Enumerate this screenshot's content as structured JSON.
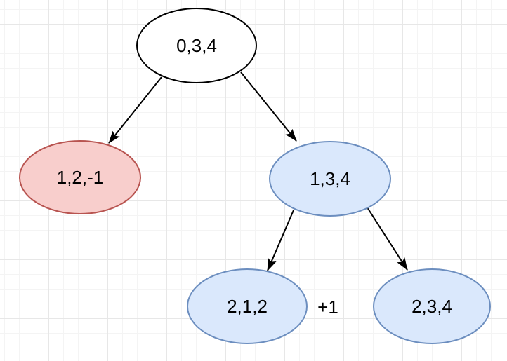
{
  "canvas": {
    "background_color": "#ffffff",
    "grid_minor_color": "#f4f4f4",
    "grid_major_color": "#e7e7e7"
  },
  "diagram": {
    "type": "binary-tree",
    "edge_color": "#000000",
    "label_color": "#000000",
    "nodes": [
      {
        "id": "root",
        "label": "0,3,4",
        "fill": "#ffffff",
        "stroke": "#000000"
      },
      {
        "id": "left-child",
        "label": "1,2,-1",
        "fill": "#f8cecc",
        "stroke": "#b85450"
      },
      {
        "id": "right-child",
        "label": "1,3,4",
        "fill": "#dae8fc",
        "stroke": "#6c8ebf"
      },
      {
        "id": "right-left-grandchild",
        "label": "2,1,2",
        "fill": "#dae8fc",
        "stroke": "#6c8ebf"
      },
      {
        "id": "right-right-grandchild",
        "label": "2,3,4",
        "fill": "#dae8fc",
        "stroke": "#6c8ebf"
      }
    ],
    "edges": [
      {
        "from": "0,3,4",
        "to": "1,2,-1"
      },
      {
        "from": "0,3,4",
        "to": "1,3,4"
      },
      {
        "from": "1,3,4",
        "to": "2,1,2"
      },
      {
        "from": "1,3,4",
        "to": "2,3,4"
      }
    ],
    "annotation": {
      "text": "+1"
    }
  }
}
